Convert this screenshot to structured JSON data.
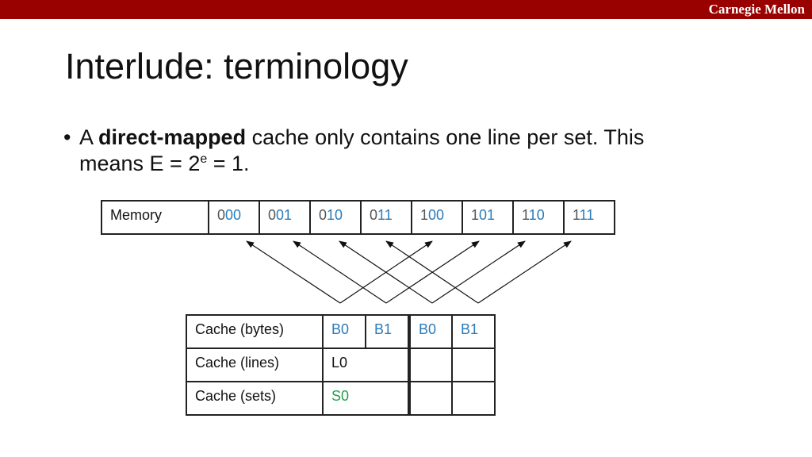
{
  "header": {
    "brand": "Carnegie Mellon",
    "brand_color": "#990000"
  },
  "slide": {
    "title": "Interlude: terminology",
    "bullet": {
      "marker": "•",
      "prefix": "A ",
      "bold": "direct-mapped",
      "rest": " cache only contains one line per set. This",
      "line2_pre": "means E = 2",
      "line2_sup": "e",
      "line2_post": " = 1."
    }
  },
  "memory": {
    "label": "Memory",
    "addresses": [
      {
        "hi": "0",
        "low": "00"
      },
      {
        "hi": "0",
        "low": "01"
      },
      {
        "hi": "0",
        "low": "10"
      },
      {
        "hi": "0",
        "low": "11"
      },
      {
        "hi": "1",
        "low": "00"
      },
      {
        "hi": "1",
        "low": "01"
      },
      {
        "hi": "1",
        "low": "10"
      },
      {
        "hi": "1",
        "low": "11"
      }
    ]
  },
  "cache": {
    "bytes_label": "Cache (bytes)",
    "bytes": [
      "B0",
      "B1",
      "B0",
      "B1"
    ],
    "lines_label": "Cache (lines)",
    "line": "L0",
    "sets_label": "Cache (sets)",
    "set": "S0"
  },
  "colors": {
    "accent_blue": "#2b7bb9",
    "accent_green": "#1fa14a"
  }
}
